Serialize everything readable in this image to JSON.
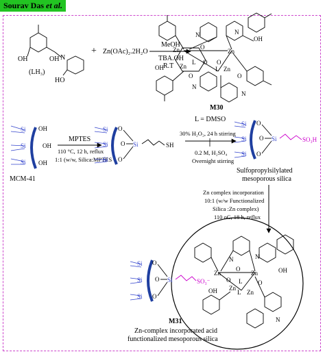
{
  "header": {
    "author_name": "Sourav Das",
    "author_suffix": "et al."
  },
  "step1": {
    "ligand_label": "(LH₃)",
    "plus": "+",
    "reagent": "Zn(OAc)₂.2H₂O",
    "conditions": [
      "MeOH",
      "TBA.OH",
      "R.T"
    ],
    "product_label": "M30",
    "note": "L = DMSO",
    "atoms": {
      "oh": "OH",
      "n": "N",
      "ho": "HO",
      "zn": "Zn",
      "o": "O",
      "l": "L"
    }
  },
  "step2": {
    "start_label": "MCM-41",
    "reagent": "MPTES",
    "conditions": [
      "110 °C, 12 h, reflux",
      "1:1 (w/w, Silica:MPTES"
    ],
    "si": "Si",
    "sh": "SH"
  },
  "step3": {
    "conditions_top": "30% H₂O₂, 24 h stirring",
    "conditions_bottom": [
      "0.2 M, H₂SO₄",
      "Overnight stirring"
    ],
    "so3h": "SO₃H",
    "product_name": [
      "Sulfopropylsilylated",
      "mesoporous silica"
    ]
  },
  "step4": {
    "conditions": [
      "Zn complex incorporation",
      "10:1 (w/w Functionalized",
      "Silica :Zn complex)",
      "110 oC, 18 h, reflux"
    ],
    "product_label": "M31",
    "product_name": [
      "Zn-complex incorporated acid",
      "functionalized mesoporous silica"
    ],
    "so3": "SO₃⁻"
  },
  "colors": {
    "frame": "#cc44cc",
    "author_bg": "#22c422",
    "silica_wall": "#1f3fa0",
    "sulfonic": "#cc00cc",
    "si_label": "#3344cc"
  }
}
